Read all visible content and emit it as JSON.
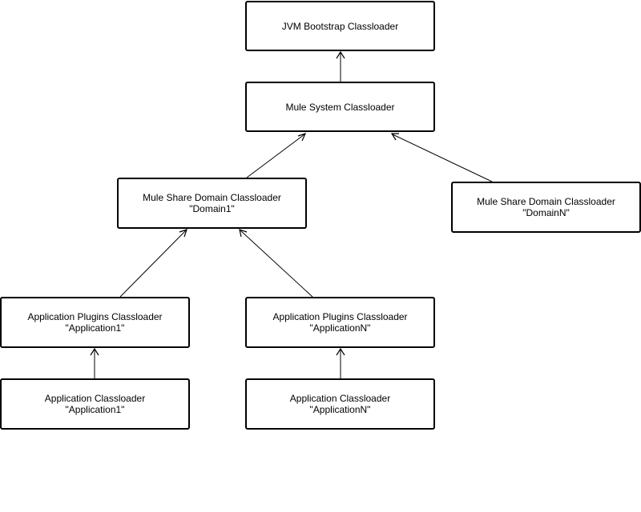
{
  "nodes": {
    "jvm": {
      "line1": "JVM Bootstrap Classloader",
      "line2": ""
    },
    "system": {
      "line1": "Mule System Classloader",
      "line2": ""
    },
    "domain1": {
      "line1": "Mule Share Domain Classloader",
      "line2": "\"Domain1\""
    },
    "domainn": {
      "line1": "Mule Share Domain Classloader",
      "line2": "\"DomainN\""
    },
    "plugins1": {
      "line1": "Application Plugins Classloader",
      "line2": "\"Application1\""
    },
    "pluginsn": {
      "line1": "Application Plugins Classloader",
      "line2": "\"ApplicationN\""
    },
    "app1": {
      "line1": "Application Classloader",
      "line2": "\"Application1\""
    },
    "appn": {
      "line1": "Application Classloader",
      "line2": "\"ApplicationN\""
    }
  },
  "edges": [
    {
      "from": "system",
      "to": "jvm"
    },
    {
      "from": "domain1",
      "to": "system"
    },
    {
      "from": "domainn",
      "to": "system"
    },
    {
      "from": "plugins1",
      "to": "domain1"
    },
    {
      "from": "pluginsn",
      "to": "domain1"
    },
    {
      "from": "app1",
      "to": "plugins1"
    },
    {
      "from": "appn",
      "to": "pluginsn"
    }
  ],
  "colors": {
    "stroke": "#000000",
    "background": "#ffffff"
  }
}
